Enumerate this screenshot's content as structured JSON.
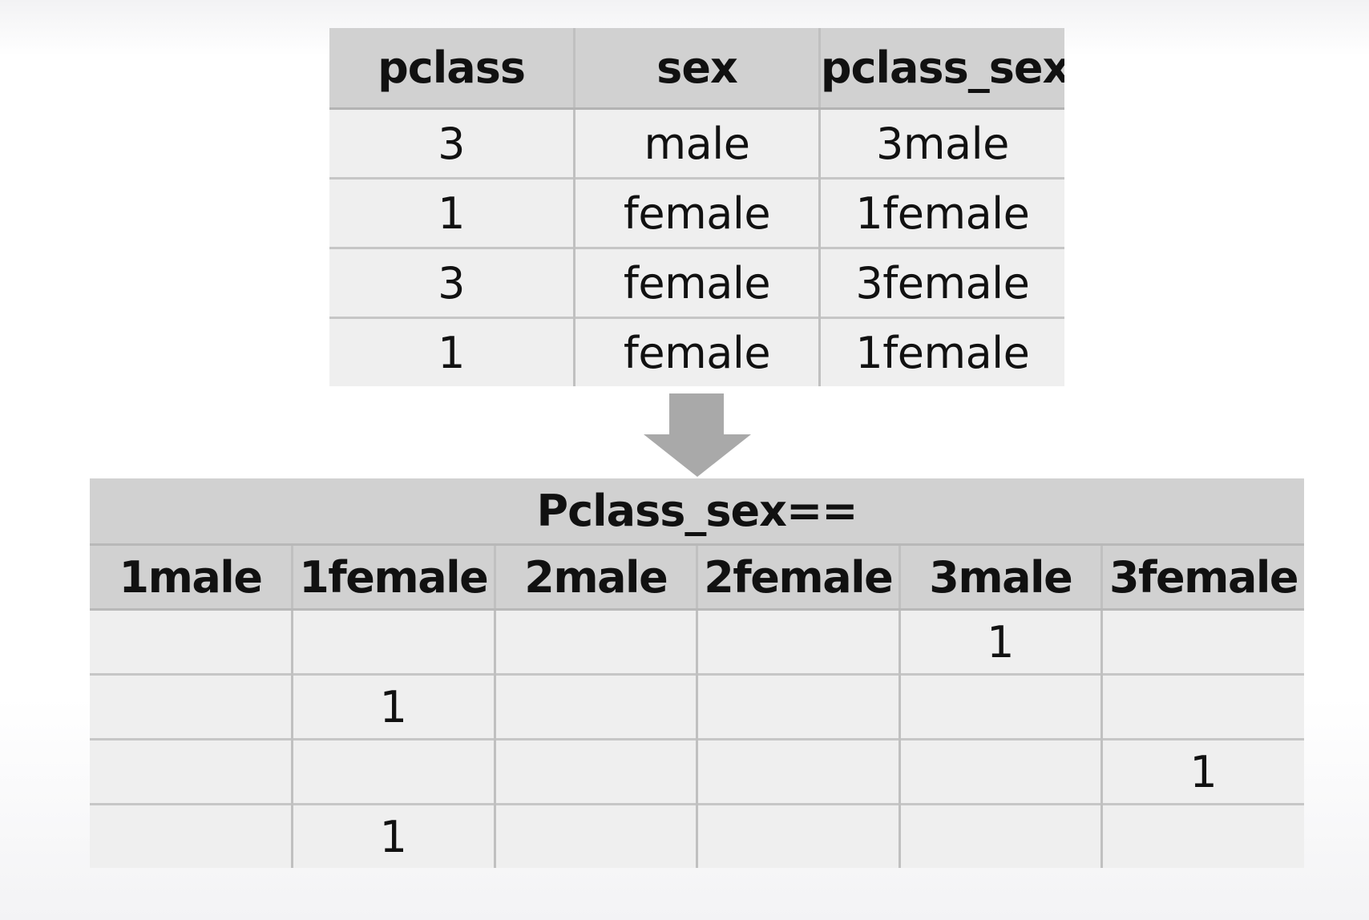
{
  "top_table": {
    "headers": [
      "pclass",
      "sex",
      "pclass_sex"
    ],
    "rows": [
      [
        "3",
        "male",
        "3male"
      ],
      [
        "1",
        "female",
        "1female"
      ],
      [
        "3",
        "female",
        "3female"
      ],
      [
        "1",
        "female",
        "1female"
      ]
    ]
  },
  "arrow": {
    "icon": "down-arrow-icon",
    "color": "#a9a9a9"
  },
  "bottom_table": {
    "title": "Pclass_sex==",
    "headers": [
      "1male",
      "1female",
      "2male",
      "2female",
      "3male",
      "3female"
    ],
    "rows": [
      [
        "",
        "",
        "",
        "",
        "1",
        ""
      ],
      [
        "",
        "1",
        "",
        "",
        "",
        ""
      ],
      [
        "",
        "",
        "",
        "",
        "",
        "1"
      ],
      [
        "",
        "1",
        "",
        "",
        "",
        ""
      ]
    ]
  },
  "colors": {
    "header_bg": "#d1d1d1",
    "cell_bg": "#efefef",
    "grid_line": "#c0c0c0"
  }
}
